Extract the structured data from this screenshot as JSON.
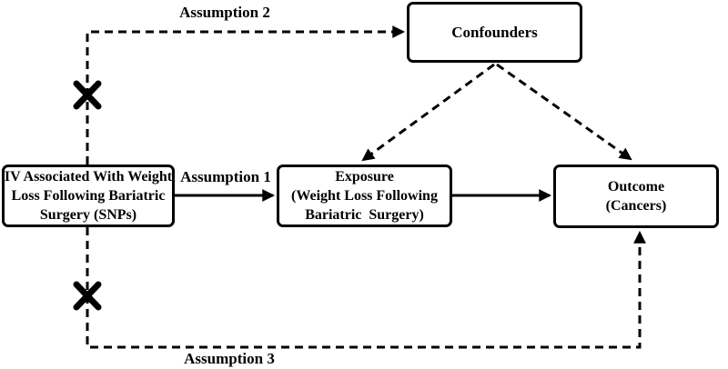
{
  "figure": {
    "background_color": "#ffffff",
    "ink_color": "#000000"
  },
  "boxes": {
    "iv": {
      "lines": [
        "IV Associated With Weight",
        "Loss Following Bariatric",
        "Surgery (SNPs)"
      ]
    },
    "exposure": {
      "lines": [
        "Exposure",
        "(Weight Loss Following",
        "Bariatric  Surgery)"
      ]
    },
    "confounders": {
      "lines": [
        "Confounders"
      ]
    },
    "outcome": {
      "lines": [
        "Outcome",
        "(Cancers)"
      ]
    }
  },
  "labels": {
    "assumption1": "Assumption 1",
    "assumption2": "Assumption 2",
    "assumption3": "Assumption 3"
  },
  "icons": {
    "x_mark": "✕"
  }
}
